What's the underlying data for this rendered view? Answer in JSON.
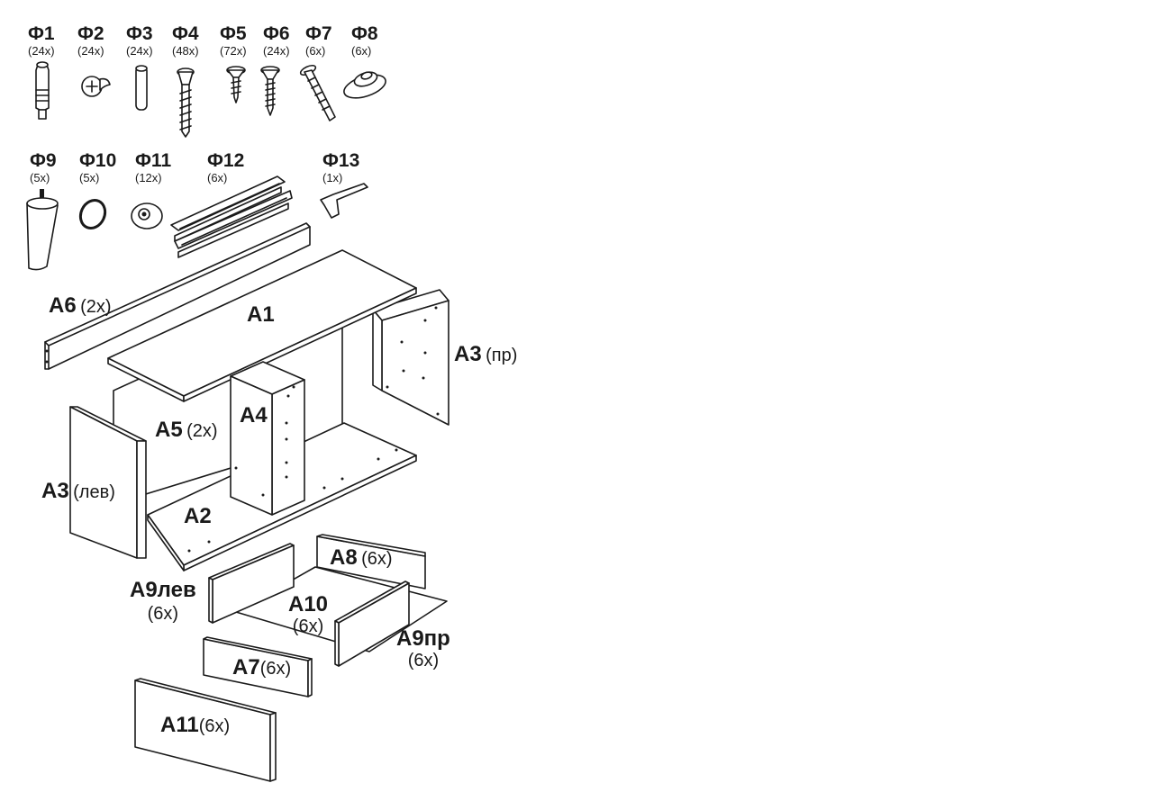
{
  "hardware": [
    {
      "code": "Ф1",
      "qty": "(24x)",
      "icon": "cam-bolt-icon"
    },
    {
      "code": "Ф2",
      "qty": "(24x)",
      "icon": "cam-lock-icon"
    },
    {
      "code": "Ф3",
      "qty": "(24x)",
      "icon": "wood-dowel-icon"
    },
    {
      "code": "Ф4",
      "qty": "(48x)",
      "icon": "confirmat-screw-icon"
    },
    {
      "code": "Ф5",
      "qty": "(72x)",
      "icon": "short-screw-icon"
    },
    {
      "code": "Ф6",
      "qty": "(24x)",
      "icon": "medium-screw-icon"
    },
    {
      "code": "Ф7",
      "qty": "(6x)",
      "icon": "long-screw-icon"
    },
    {
      "code": "Ф8",
      "qty": "(6x)",
      "icon": "handle-knob-icon"
    },
    {
      "code": "Ф9",
      "qty": "(5x)",
      "icon": "furniture-leg-icon"
    },
    {
      "code": "Ф10",
      "qty": "(5x)",
      "icon": "washer-ring-icon"
    },
    {
      "code": "Ф11",
      "qty": "(12x)",
      "icon": "leg-plate-icon"
    },
    {
      "code": "Ф12",
      "qty": "(6x)",
      "icon": "drawer-slide-icon"
    },
    {
      "code": "Ф13",
      "qty": "(1x)",
      "icon": "allen-key-icon"
    }
  ],
  "panels": {
    "a6": {
      "code": "А6",
      "qty": "(2x)"
    },
    "a1": {
      "code": "А1",
      "qty": ""
    },
    "a3r": {
      "code": "А3",
      "qty": "(пр)"
    },
    "a5": {
      "code": "А5",
      "qty": "(2x)"
    },
    "a4": {
      "code": "А4",
      "qty": ""
    },
    "a3l": {
      "code": "А3",
      "qty": "(лев)"
    },
    "a2": {
      "code": "А2",
      "qty": ""
    },
    "a8": {
      "code": "А8",
      "qty": "(6x)"
    },
    "a9l": {
      "code": "А9лев",
      "qty": "(6x)"
    },
    "a10": {
      "code": "А10",
      "qty": "(6x)"
    },
    "a9r": {
      "code": "А9пр",
      "qty": "(6x)"
    },
    "a7": {
      "code": "А7",
      "qty": "(6x)"
    },
    "a11": {
      "code": "А11",
      "qty": "(6x)"
    }
  },
  "colors": {
    "line": "#1a1a1a",
    "background": "#ffffff"
  }
}
